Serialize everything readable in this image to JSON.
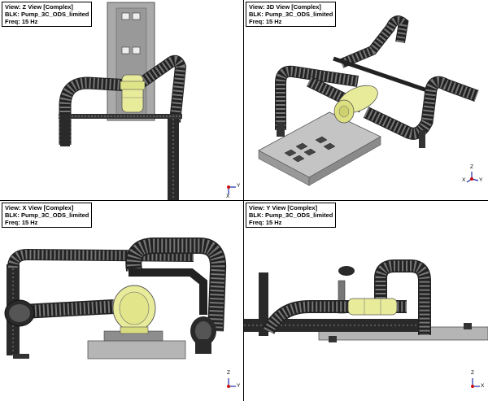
{
  "viewports": {
    "z": {
      "view": "View: Z View [Complex]",
      "blk": "BLK: Pump_3C_ODS_limited",
      "freq": "Freq: 15 Hz",
      "triad": {
        "h": "Y",
        "v": "X"
      }
    },
    "d3": {
      "view": "View: 3D View [Complex]",
      "blk": "BLK: Pump_3C_ODS_limited",
      "freq": "Freq: 15 Hz",
      "triad": {
        "h": "Y",
        "v": "Z",
        "d": "X"
      }
    },
    "x": {
      "view": "View: X View [Complex]",
      "blk": "BLK: Pump_3C_ODS_limited",
      "freq": "Freq: 15 Hz",
      "triad": {
        "h": "Y",
        "v": "Z"
      }
    },
    "y": {
      "view": "View: Y View [Complex]",
      "blk": "BLK: Pump_3C_ODS_limited",
      "freq": "Freq: 15 Hz",
      "triad": {
        "h": "X",
        "v": "Z"
      }
    }
  },
  "colors": {
    "pipe": "#2a2a2a",
    "pipe_highlight": "#8a8a8a",
    "pump": "#e8ec9a",
    "base": "#b8b8b8",
    "building": "#a9a9a9",
    "triad_blue": "#1a2aa8",
    "triad_red": "#cc1111"
  }
}
